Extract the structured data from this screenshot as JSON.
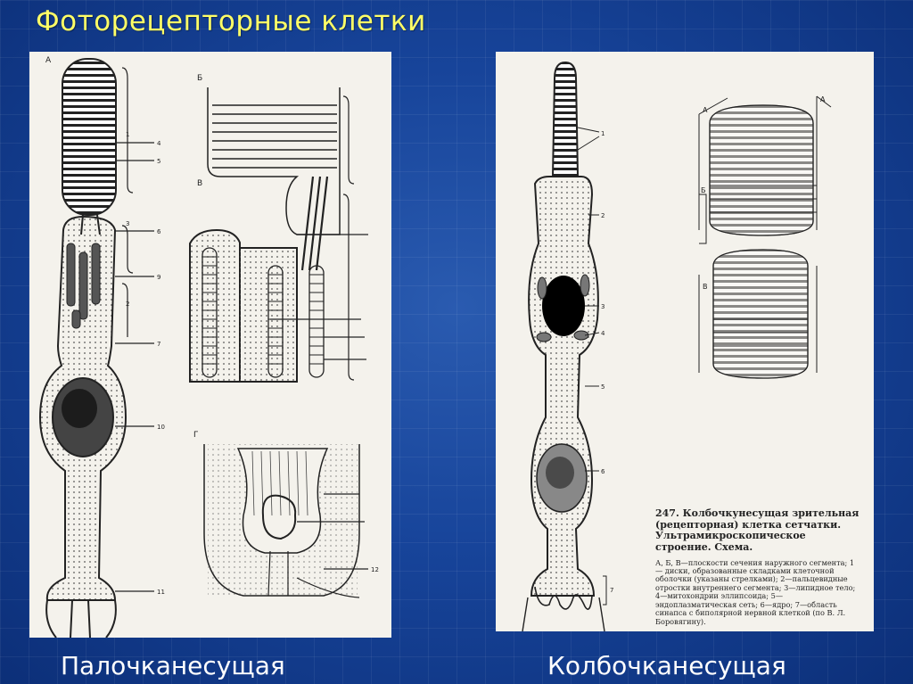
{
  "slide": {
    "title": "Фоторецепторные клетки",
    "left_caption": "Палочканесущая",
    "right_caption": "Колбочканесущая"
  },
  "left_figure": {
    "panel_labels": [
      "А",
      "Б",
      "В",
      "Г"
    ],
    "callouts": [
      "1",
      "2",
      "3",
      "4",
      "5",
      "6",
      "7",
      "9",
      "10",
      "11",
      "12"
    ]
  },
  "right_figure": {
    "panel_labels": [
      "А",
      "Б",
      "В"
    ],
    "callouts": [
      "1",
      "2",
      "3",
      "4",
      "5",
      "6",
      "7"
    ],
    "caption_title": "247. Колбочкунесущая зрительная (рецепторная) клетка сетчатки. Ультрамикроскопическое строение. Схема.",
    "caption_legend": "А, Б, В—плоскости сечения наружного сегмента; 1 — диски, образованные складками клеточной оболочки (указаны стрелками); 2—пальцевидные отростки внутреннего сегмента; 3—липидное тело; 4—митохондрии эллипсоида; 5—эндоплазматическая сеть; 6—ядро; 7—область синапса с биполярной нервной клеткой (по В. Л. Боровягину)."
  }
}
